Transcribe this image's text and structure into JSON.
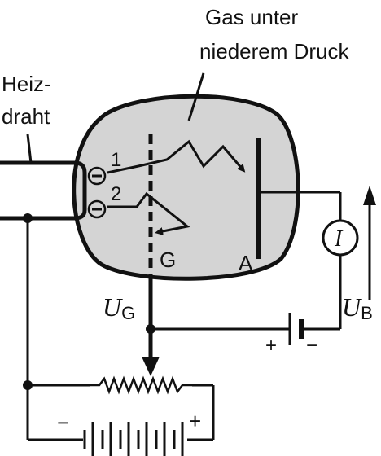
{
  "labels": {
    "gas_line1": "Gas unter",
    "gas_line2": "niederem Druck",
    "heiz_line1": "Heiz-",
    "heiz_line2": "draht",
    "grid": "G",
    "anode": "A",
    "electron1_num": "1",
    "electron2_num": "2",
    "electron_sign": "−",
    "ug_main": "U",
    "ug_sub": "G",
    "ub_main": "U",
    "ub_sub": "B",
    "ammeter": "I",
    "plus": "+",
    "minus": "−"
  },
  "colors": {
    "stroke": "#111111",
    "tube_fill": "#d4d4d4",
    "background": "#ffffff"
  }
}
